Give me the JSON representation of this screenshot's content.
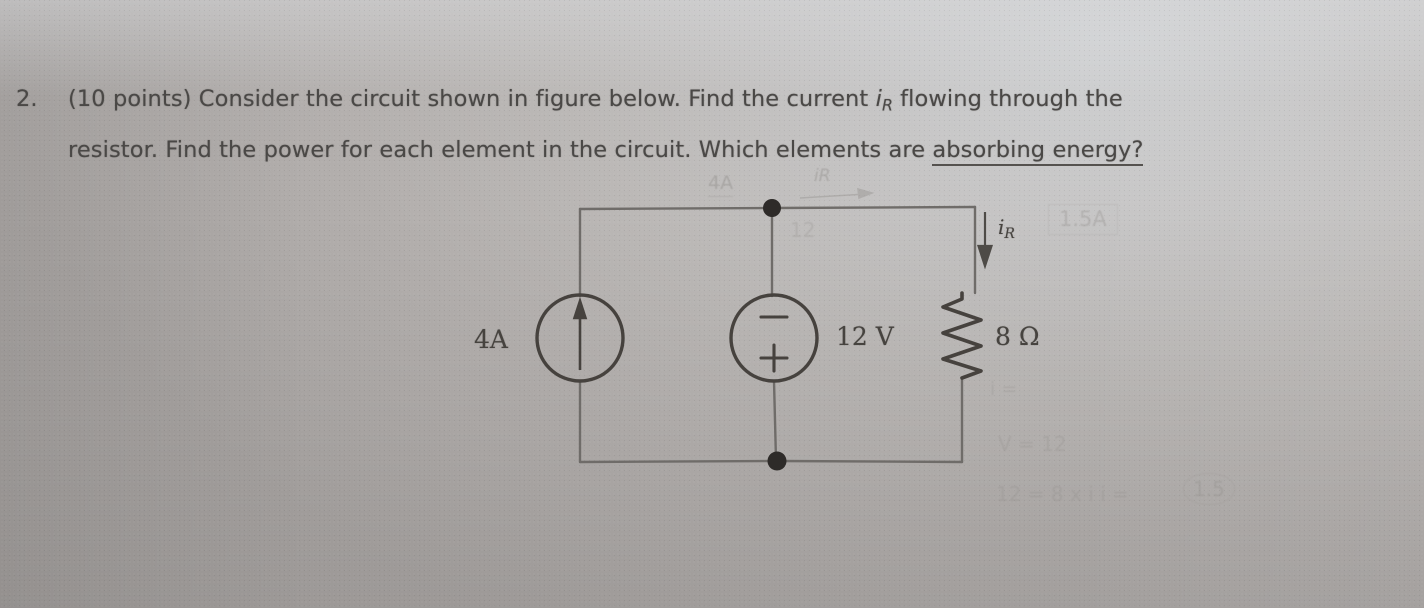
{
  "page": {
    "background_color": "#b5b1af",
    "ink_color": "#4a4846"
  },
  "question": {
    "number": "2.",
    "line1_before_ir": "(10 points) Consider the circuit shown in figure below. Find the current ",
    "ir_symbol_base": "i",
    "ir_symbol_sub": "R",
    "line1_after_ir": " flowing through the",
    "line2_before_underline": "resistor. Find the power for each element in the circuit. Which elements are ",
    "line2_underlined": "absorbing energy?"
  },
  "circuit": {
    "current_source": {
      "label": "4A",
      "arrow_direction": "up"
    },
    "voltage_source": {
      "label": "12 V",
      "top_terminal": "−",
      "bottom_terminal": "+"
    },
    "resistor": {
      "label": "8 Ω"
    },
    "branch_current": {
      "symbol_base": "i",
      "symbol_sub": "R",
      "arrow_direction": "down"
    },
    "wire_color": "#6f6c69",
    "node_color": "#2e2b29"
  },
  "pencil_annotations": {
    "top_current": "4A",
    "top_ir": "iR",
    "ir_boxed_value": "1.5A",
    "node_voltage_faint": "12",
    "work_line1": "i =",
    "work_line2": "V = 12",
    "work_line3": "12 = 8 x i  i =",
    "work_result": "1.5"
  }
}
